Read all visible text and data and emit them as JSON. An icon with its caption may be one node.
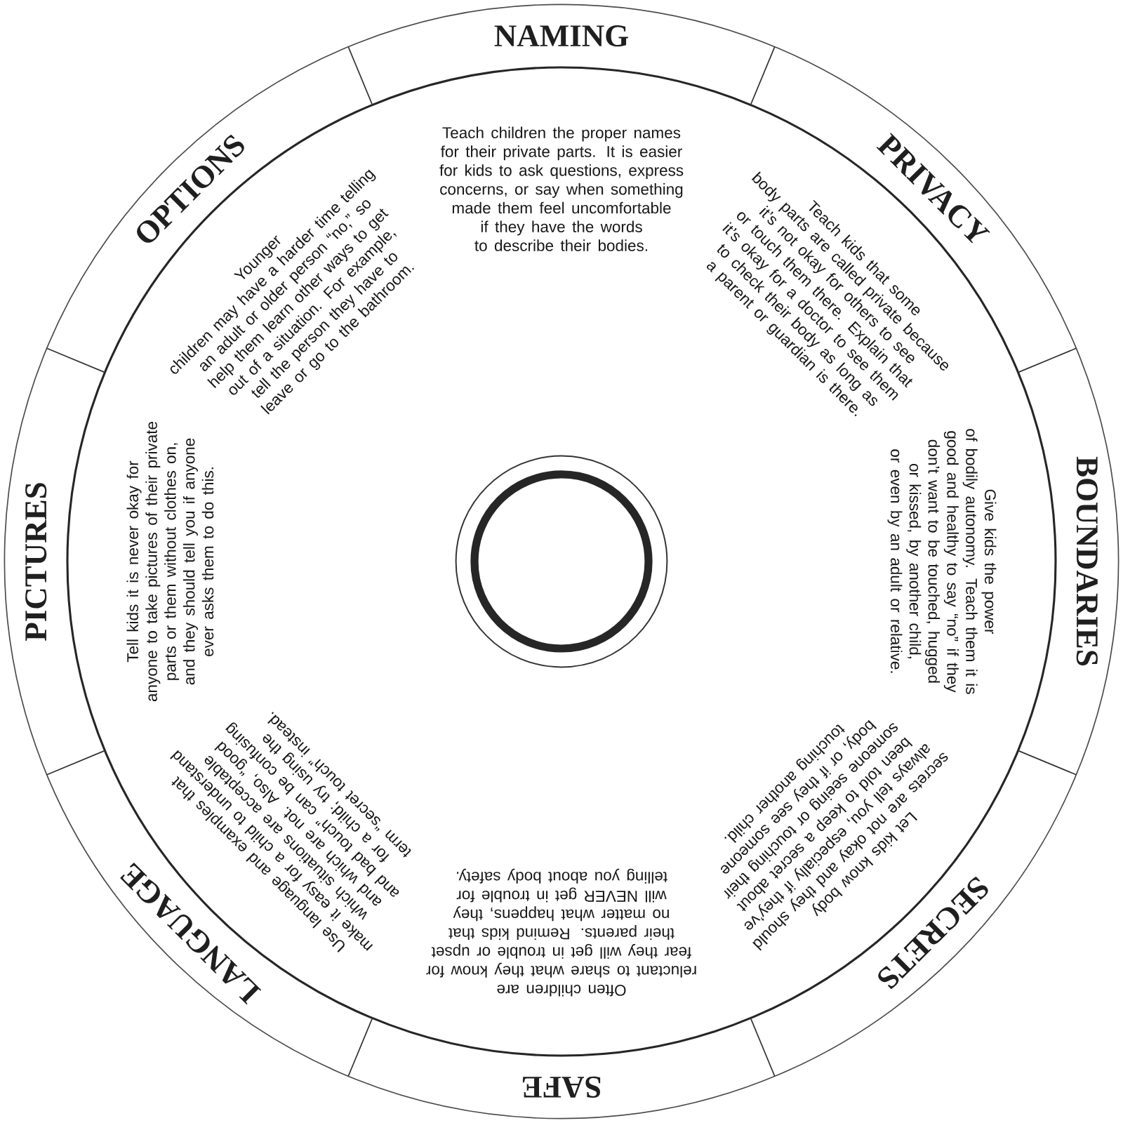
{
  "diagram": {
    "nodes": [
      {
        "text": [
          "NAMING",
          "Teach children the proper names for their private parts. It is easier for kids to ask questions, express concerns, or say when something made them feel uncomfortable if they have the words to describe their bodies."
        ]
      },
      {
        "text": [
          "PRIVACY",
          "Teach kids that some body parts are called private because it’s not okay for others to see or touch them there. Explain that it’s okay for a doctor to see them to check their body as long as a parent or guardian is there."
        ]
      },
      {
        "text": [
          "BOUNDARIES",
          "Give kids the power of bodily autonomy. Teach them it is good and healthy to say “no” if they don’t want to be touched, hugged or kissed, by another child, or even by an adult or relative."
        ]
      },
      {
        "text": [
          "SECRETS",
          "Let kids know body secrets are not okay and they should always tell you, especially if they’ve been told to keep a secret about someone seeing or touching their body, or if they see someone touching another child."
        ]
      },
      {
        "text": [
          "SAFE",
          "Often children are reluctant to share what they know for fear they will get in trouble or upset their parents. Remind kids that no matter what happens, they will NEVER get in trouble for telling you about body safety."
        ]
      },
      {
        "text": [
          "LANGUAGE",
          "Use language and examples that make it easy for a child to understand which situations are acceptable and which are not. Also, “good and bad touch” can be confusing for a child; try using the term “secret touch” instead."
        ]
      },
      {
        "text": [
          "PICTURES",
          "Tell kids it is never okay for anyone to take pictures of their private parts or them without clothes on, and they should tell you if anyone ever asks them to do this."
        ]
      },
      {
        "text": [
          "OPTIONS",
          "Younger children may have a harder time telling an adult or older person “no,” so help them learn other ways to get out of a situation. For example, tell the person they have to leave or go to the bathroom."
        ]
      }
    ]
  }
}
